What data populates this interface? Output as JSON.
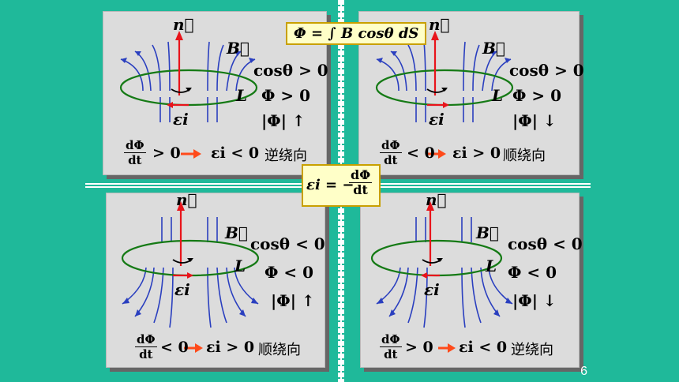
{
  "formula_flux": "Φ = ∫ B cosθ dS",
  "formula_emf": {
    "lhs": "εi = −",
    "num": "dΦ",
    "den": "dt"
  },
  "page_number": "6",
  "colors": {
    "background": "#1fb99a",
    "panel": "#dcdcdc",
    "field_lines": "#2a3fbf",
    "normal_vector": "#e8141b",
    "loop": "#157a15",
    "arrow": "#ff4a1a"
  },
  "panels": [
    {
      "n_label": "n⃗",
      "B_label": "B⃗",
      "L_label": "L",
      "emf_label": "εi",
      "cond1": "cosθ > 0",
      "cond2": "Φ > 0",
      "cond3": "|Φ| ↑",
      "rate_num": "dΦ",
      "rate_den": "dt",
      "rate_rel": "> 0",
      "emf_rel": "εi < 0",
      "direction": "逆绕向"
    },
    {
      "n_label": "n⃗",
      "B_label": "B⃗",
      "L_label": "L",
      "emf_label": "εi",
      "cond1": "cosθ > 0",
      "cond2": "Φ > 0",
      "cond3": "|Φ| ↓",
      "rate_num": "dΦ",
      "rate_den": "dt",
      "rate_rel": "< 0",
      "emf_rel": "εi > 0",
      "direction": "顺绕向"
    },
    {
      "n_label": "n⃗",
      "B_label": "B⃗",
      "L_label": "L",
      "emf_label": "εi",
      "cond1": "cosθ < 0",
      "cond2": "Φ < 0",
      "cond3": "|Φ| ↑",
      "rate_num": "dΦ",
      "rate_den": "dt",
      "rate_rel": "< 0",
      "emf_rel": "εi > 0",
      "direction": "顺绕向"
    },
    {
      "n_label": "n⃗",
      "B_label": "B⃗",
      "L_label": "L",
      "emf_label": "εi",
      "cond1": "cosθ < 0",
      "cond2": "Φ < 0",
      "cond3": "|Φ| ↓",
      "rate_num": "dΦ",
      "rate_den": "dt",
      "rate_rel": "> 0",
      "emf_rel": "εi < 0",
      "direction": "逆绕向"
    }
  ]
}
